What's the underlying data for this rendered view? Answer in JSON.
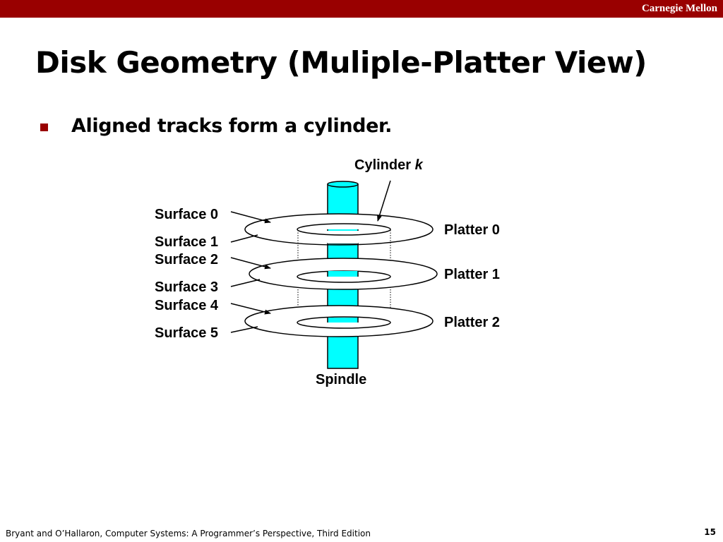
{
  "header": {
    "brand": "Carnegie Mellon"
  },
  "slide": {
    "title": "Disk Geometry (Muliple-Platter View)",
    "bullets": [
      "Aligned tracks form a cylinder."
    ]
  },
  "diagram": {
    "cylinder_label": "Cylinder ",
    "cylinder_var": "k",
    "surfaces": [
      "Surface 0",
      "Surface 1",
      "Surface 2",
      "Surface 3",
      "Surface 4",
      "Surface 5"
    ],
    "platters": [
      "Platter 0",
      "Platter 1",
      "Platter 2"
    ],
    "spindle_label": "Spindle"
  },
  "footer": {
    "citation": "Bryant and O’Hallaron, Computer Systems: A Programmer’s Perspective, Third Edition",
    "page_number": "15"
  },
  "colors": {
    "brand_bar": "#990000",
    "spindle": "#00ffff"
  }
}
